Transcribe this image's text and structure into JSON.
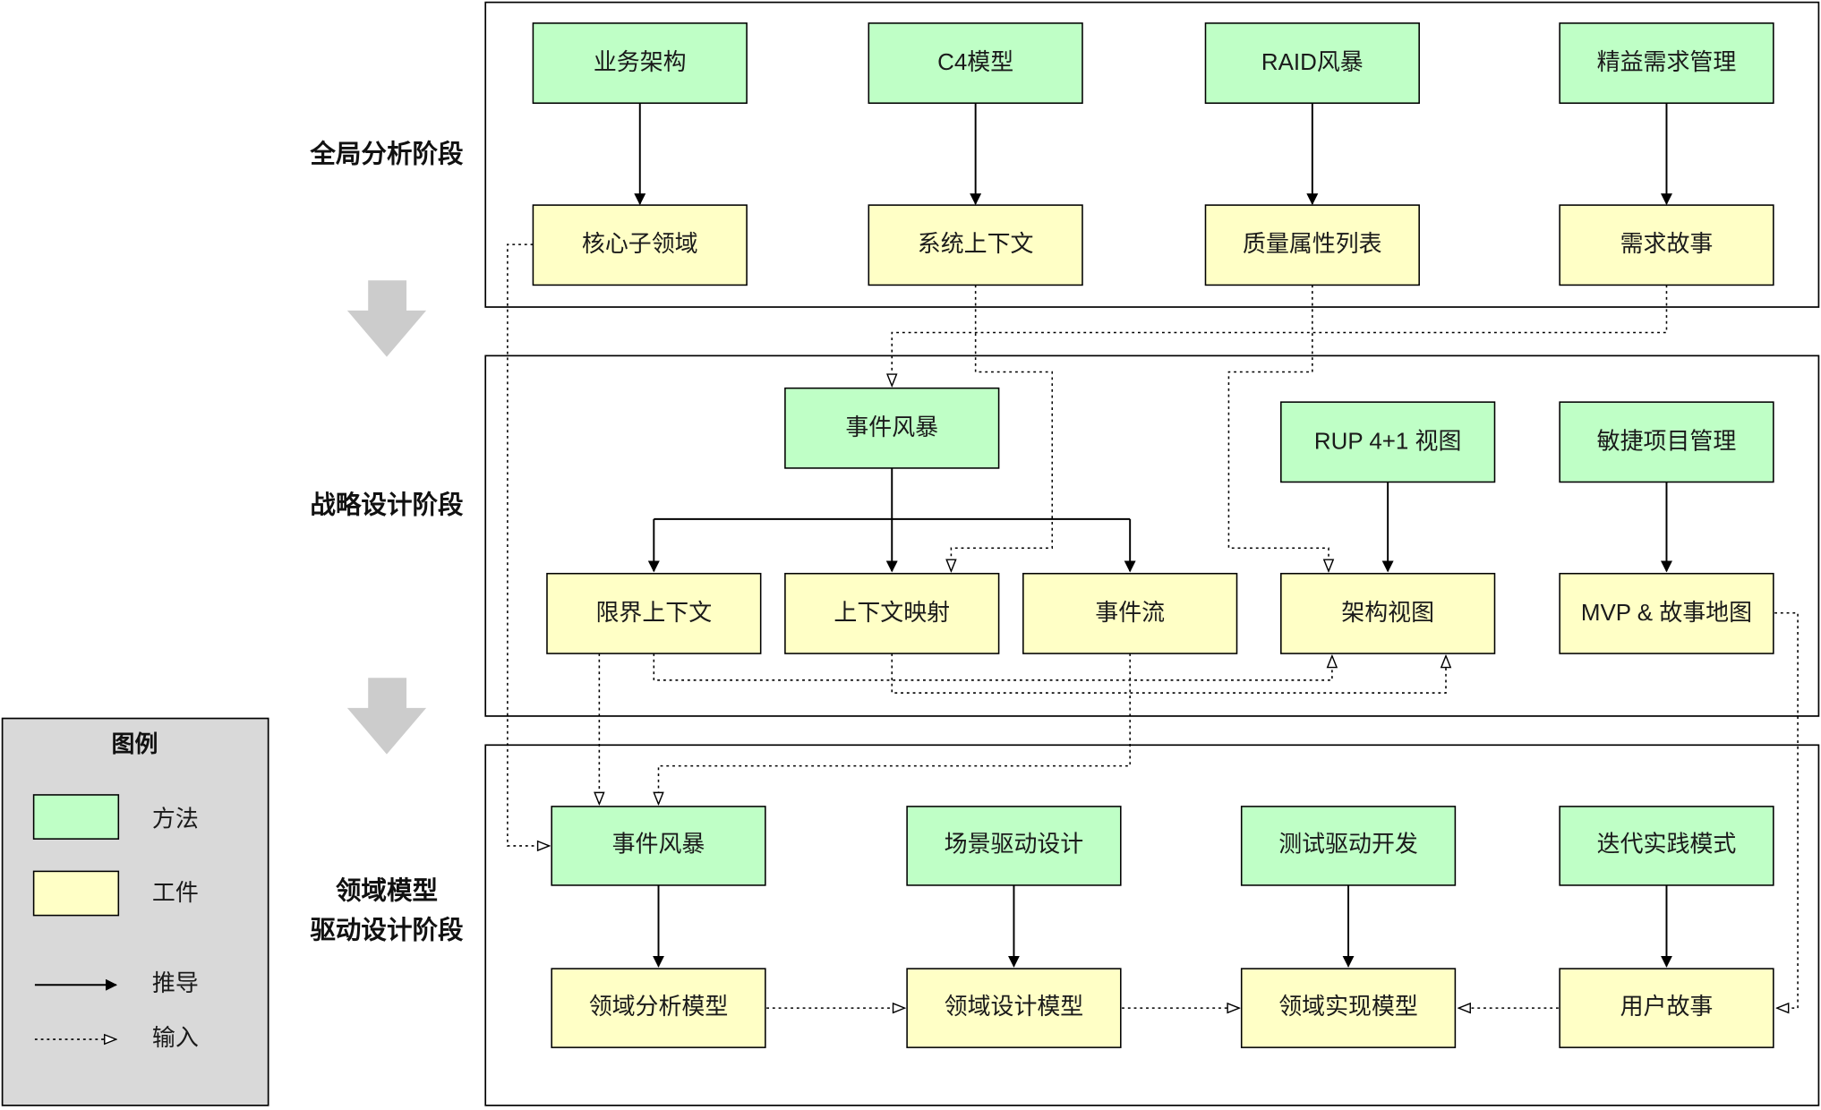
{
  "phases": {
    "global": "全局分析阶段",
    "strategic": "战略设计阶段",
    "domain_model_line1": "领域模型",
    "domain_model_line2": "驱动设计阶段"
  },
  "nodes": {
    "business_architecture": "业务架构",
    "c4_model": "C4模型",
    "raid_storm": "RAID风暴",
    "lean_requirements": "精益需求管理",
    "core_subdomain": "核心子领域",
    "system_context": "系统上下文",
    "quality_attributes": "质量属性列表",
    "requirement_story": "需求故事",
    "event_storming_strategic": "事件风暴",
    "rup_view": "RUP 4+1 视图",
    "agile_pm": "敏捷项目管理",
    "bounded_context": "限界上下文",
    "context_map": "上下文映射",
    "event_flow": "事件流",
    "architecture_view": "架构视图",
    "mvp_story_map": "MVP & 故事地图",
    "event_storming_model": "事件风暴",
    "scenario_driven": "场景驱动设计",
    "test_driven": "测试驱动开发",
    "iterative_practice": "迭代实践模式",
    "domain_analysis_model": "领域分析模型",
    "domain_design_model": "领域设计模型",
    "domain_impl_model": "领域实现模型",
    "user_story": "用户故事"
  },
  "legend": {
    "title": "图例",
    "method": "方法",
    "artifact": "工件",
    "derive": "推导",
    "input": "输入"
  },
  "colors": {
    "method_fill": "#bfffc6",
    "artifact_fill": "#ffffc6",
    "legend_background": "#d9d9d9",
    "flow_arrow": "#cccccc"
  }
}
